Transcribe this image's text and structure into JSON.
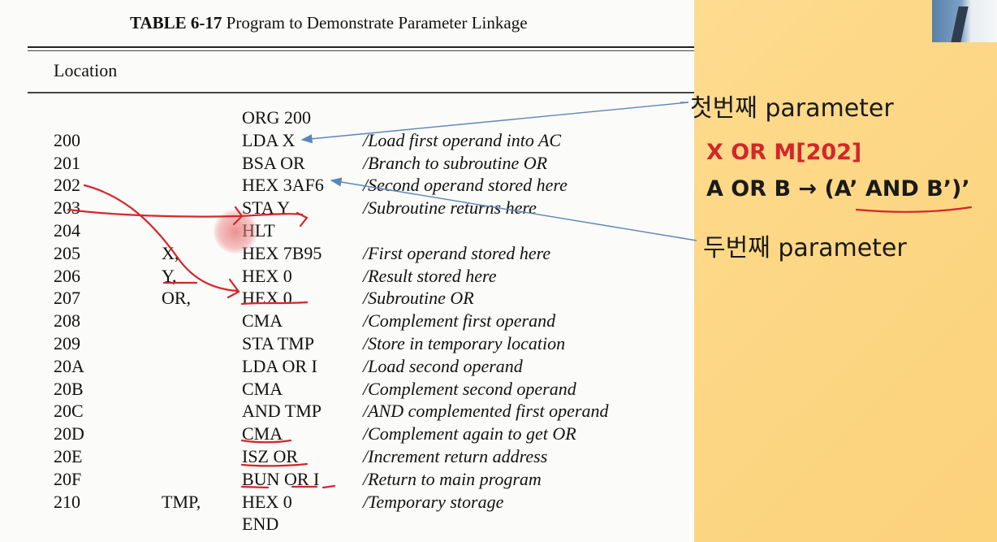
{
  "title": {
    "label": "TABLE 6-17",
    "text": "Program to Demonstrate Parameter Linkage"
  },
  "column_header": "Location",
  "rows": [
    {
      "loc": "",
      "label": "",
      "instr": "ORG 200",
      "comment": ""
    },
    {
      "loc": "200",
      "label": "",
      "instr": "LDA X",
      "comment": "/Load first operand into AC"
    },
    {
      "loc": "201",
      "label": "",
      "instr": "BSA OR",
      "comment": "/Branch to subroutine OR"
    },
    {
      "loc": "202",
      "label": "",
      "instr": "HEX 3AF6",
      "comment": "/Second operand stored here"
    },
    {
      "loc": "203",
      "label": "",
      "instr": "STA Y",
      "comment": "/Subroutine returns here"
    },
    {
      "loc": "204",
      "label": "",
      "instr": "HLT",
      "comment": ""
    },
    {
      "loc": "205",
      "label": "X,",
      "instr": "HEX 7B95",
      "comment": "/First operand stored here"
    },
    {
      "loc": "206",
      "label": "Y,",
      "instr": "HEX 0",
      "comment": "/Result stored here"
    },
    {
      "loc": "207",
      "label": "OR,",
      "instr": "HEX 0",
      "comment": "/Subroutine OR"
    },
    {
      "loc": "208",
      "label": "",
      "instr": "CMA",
      "comment": "/Complement first operand"
    },
    {
      "loc": "209",
      "label": "",
      "instr": "STA TMP",
      "comment": "/Store in temporary location"
    },
    {
      "loc": "20A",
      "label": "",
      "instr": "LDA OR I",
      "comment": "/Load second operand"
    },
    {
      "loc": "20B",
      "label": "",
      "instr": "CMA",
      "comment": "/Complement second operand"
    },
    {
      "loc": "20C",
      "label": "",
      "instr": "AND TMP",
      "comment": "/AND complemented first operand"
    },
    {
      "loc": "20D",
      "label": "",
      "instr": "CMA",
      "comment": "/Complement again to get OR"
    },
    {
      "loc": "20E",
      "label": "",
      "instr": "ISZ OR",
      "comment": "/Increment return address"
    },
    {
      "loc": "20F",
      "label": "",
      "instr": "BUN OR I",
      "comment": "/Return to main program"
    },
    {
      "loc": "210",
      "label": "TMP,",
      "instr": "HEX 0",
      "comment": "/Temporary storage"
    },
    {
      "loc": "",
      "label": "",
      "instr": "END",
      "comment": ""
    }
  ],
  "annotations": {
    "first_param": "첫번째 parameter",
    "second_param": "두번째 parameter",
    "expr_red": "X OR M[202]",
    "expr_black": "A OR B → (A’ AND B’)’"
  },
  "colors": {
    "pen_red": "#d3262a",
    "arrow_blue": "#5b86b8",
    "background": "#fdd98a"
  }
}
